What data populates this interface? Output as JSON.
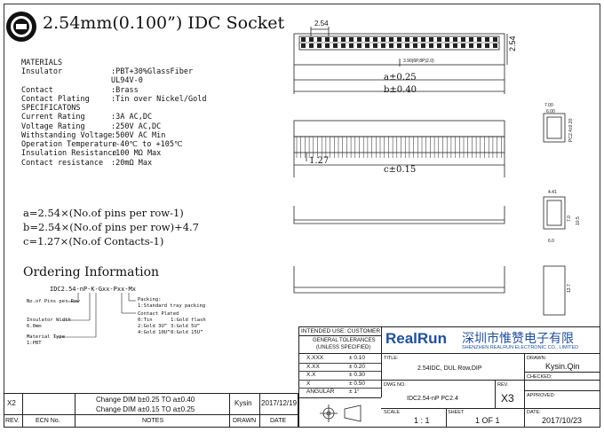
{
  "header": {
    "title": "2.54mm(0.100”) IDC Socket"
  },
  "specs": {
    "materials_heading": "MATERIALS",
    "insulator_k": "Insulator",
    "insulator_v": ":PBT+30%GlassFiber",
    "insulator_v2": "UL94V-0",
    "contact_k": "Contact",
    "contact_v": ":Brass",
    "plating_k": "Contact Plating",
    "plating_v": ":Tin over Nickel/Gold",
    "specifications_heading": "SPECIFICATONS",
    "current_k": "Current Rating",
    "current_v": ":3A AC,DC",
    "voltage_k": "Voltage Rating",
    "voltage_v": ":250V AC,DC",
    "withstand_k": "Withstanding Voltage",
    "withstand_v": ":500V AC Min",
    "optemp_k": "Operation Temperature",
    "optemp_v": ":-40℃ to +105℃",
    "insres_k": "Insulation Resistance",
    "insres_v": ":100 MΩ Max",
    "conres_k": "Contact resistance",
    "conres_v": ":20mΩ Max"
  },
  "formulas": {
    "a": "a=2.54×(No.of pins per row-1)",
    "b": "b=2.54×(No.of pins per row)+4.7",
    "c": "c=1.27×(No.of Contacts-1)"
  },
  "ordering": {
    "heading": "Ordering Information",
    "code": "IDC2.54-nP-K-Gxx-Pxx-Mx",
    "pins_label": "No.of Pins per Row",
    "insulator_width": "Insulator Width",
    "insulator_width_v": "6.0mm",
    "material_type": "Material Type",
    "material_type_v": "1:PBT",
    "packing": "Packing:",
    "packing_v": "1:Standard tray packing",
    "plated": "Contact Plated",
    "plated_1": "0:Tin",
    "plated_2": "1:Gold flash",
    "plated_3": "2:Gold 3U”",
    "plated_4": "3:Gold 5U”",
    "plated_5": "4:Gold 10U”",
    "plated_6": "8:Gold 15U”"
  },
  "dims": {
    "pitch": "2.54",
    "pitch_side": "2.54",
    "note": "3.90(6P,8P)2.0)",
    "a": "a±0.25",
    "b": "b±0.40",
    "c": "c±0.15",
    "half_pitch": "1.27",
    "w1": "7.00",
    "w2": "6.00",
    "h1": "PC2.4±0.20",
    "s1": "4.41",
    "s2": "7.0",
    "s3": "10.5",
    "s4": "6.0",
    "s5": "13.7"
  },
  "revision": {
    "rev": "X2",
    "change1": "Change DIM b±0.25 TO a±0.40",
    "change2": "Change DIM a±0.15 TO a±0.25",
    "by": "Kysin",
    "date": "2017/12/19",
    "rev_h": "REV.",
    "ecn_h": "ECN No.",
    "notes_h": "NOTES",
    "drawn_h": "DRAWN",
    "date_h": "DATE"
  },
  "title_block": {
    "intended": "INTENDED USE: CUSTOMER",
    "tolerances": "GENERAL TOLERANCES",
    "unless": "(UNLESS SPECIFIED)",
    "tol": [
      [
        "X.XXX",
        "± 0.10"
      ],
      [
        "X.XX",
        "± 0.20"
      ],
      [
        "X.X",
        "± 0.30"
      ],
      [
        "X",
        "± 0.50"
      ],
      [
        "ANGULAR",
        "±  1°"
      ]
    ],
    "brand": "RealRun",
    "company_cn": "深圳市惟赞电子有限",
    "company_en": "SHENZHEN REALRUN ELECTRONIC CO., LIMITED",
    "title_l": "TITLE:",
    "title_v": "2.54IDC, DUL Row,DIP",
    "dwg_l": "DWG NO.",
    "dwg_v": "IDC2.54-nP PC2.4",
    "rev_l": "REV.",
    "rev_v": "X3",
    "scale_l": "SCALE",
    "scale_v": "1 : 1",
    "sheet_l": "SHEET",
    "sheet_v": "1  OF  1",
    "drawn_l": "DRAWN:",
    "drawn_v": "Kysin.Qin",
    "checked_l": "CHECKED:",
    "approved_l": "APPROVED:",
    "date_l": "DATE:",
    "date_v": "2017/10/23"
  }
}
